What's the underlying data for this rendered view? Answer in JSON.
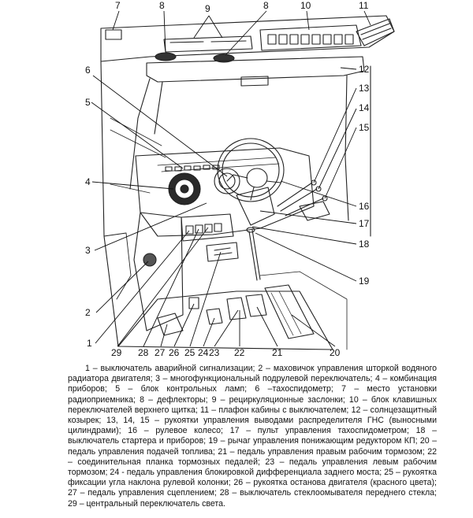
{
  "figure": {
    "callouts": [
      "1",
      "2",
      "3",
      "4",
      "5",
      "6",
      "7",
      "8",
      "8",
      "9",
      "10",
      "11",
      "12",
      "13",
      "14",
      "15",
      "16",
      "17",
      "18",
      "19",
      "20",
      "21",
      "22",
      "23",
      "24",
      "25",
      "26",
      "27",
      "28",
      "29"
    ]
  },
  "caption": {
    "text": "1 – выключатель аварийной сигнализации; 2 – маховичок управления шторкой водяного радиатора двигателя; 3 – многофункциональный подрулевой переключатель; 4 – комбинация приборов; 5 – блок контрольных ламп; 6 –тахоспидометр; 7 – место установки радиоприемника; 8 – дефлекторы; 9 – рециркуляционные заслонки; 10 – блок клавишных переключателей верхнего щитка; 11 – плафон кабины с выключателем; 12 – солнцезащитный козырек; 13, 14, 15 – рукоятки управления выводами распределителя ГНС (выносными цилиндрами); 16 – рулевое колесо; 17 – пульт управления тахоспидометром; 18 – выключатель стартера и приборов; 19 – рычаг управления понижающим редуктором КП; 20 – педаль управления подачей топлива; 21 – педаль управления правым рабочим тормозом; 22 – соединительная планка тормозных педалей; 23 – педаль управления левым рабочим тормозом; 24 - педаль управления блокировкой дифференциала заднего моста; 25 – рукоятка фиксации угла наклона рулевой колонки; 26 – рукоятка останова двигателя (красного цвета); 27 – педаль управления сцеплением; 28 – выключатель стеклоомывателя переднего стекла; 29 – центральный переключатель света."
  }
}
